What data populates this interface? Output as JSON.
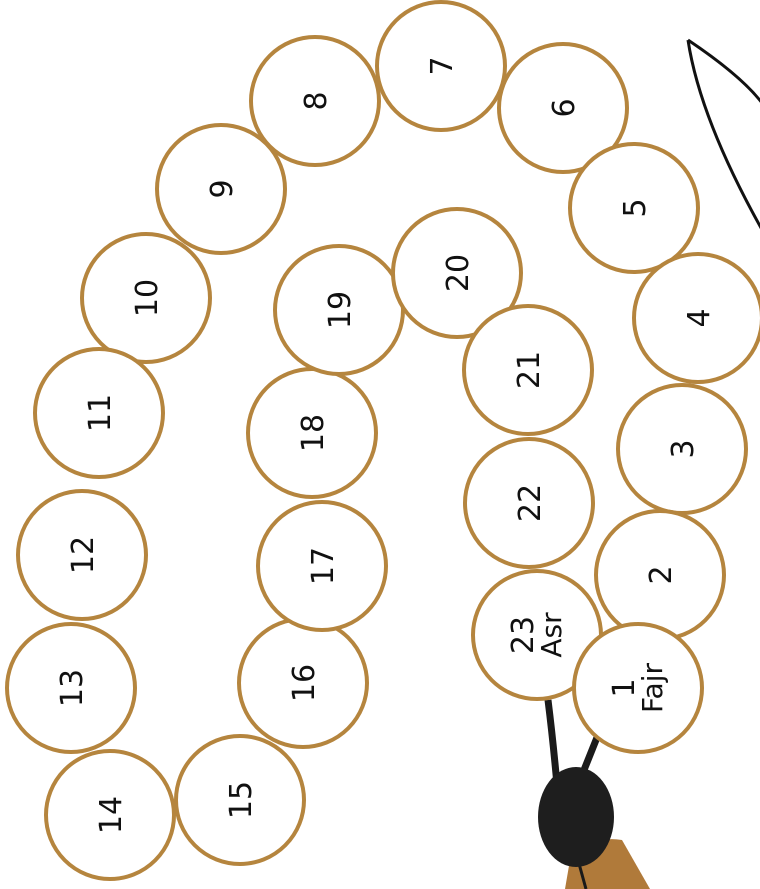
{
  "colors": {
    "bead_stroke": "#b5853e",
    "bead_fill": "#ffffff",
    "text": "#111111",
    "cord": "#1a1a1a",
    "knot": "#1e1e1e",
    "tassel": "#b07a3a",
    "outline": "#111111"
  },
  "beads": [
    {
      "id": 1,
      "number": "1",
      "label": "Fajr"
    },
    {
      "id": 2,
      "number": "2"
    },
    {
      "id": 3,
      "number": "3"
    },
    {
      "id": 4,
      "number": "4"
    },
    {
      "id": 5,
      "number": "5"
    },
    {
      "id": 6,
      "number": "6"
    },
    {
      "id": 7,
      "number": "7"
    },
    {
      "id": 8,
      "number": "8"
    },
    {
      "id": 9,
      "number": "9"
    },
    {
      "id": 10,
      "number": "10"
    },
    {
      "id": 11,
      "number": "11"
    },
    {
      "id": 12,
      "number": "12"
    },
    {
      "id": 13,
      "number": "13"
    },
    {
      "id": 14,
      "number": "14"
    },
    {
      "id": 15,
      "number": "15"
    },
    {
      "id": 16,
      "number": "16"
    },
    {
      "id": 17,
      "number": "17"
    },
    {
      "id": 18,
      "number": "18"
    },
    {
      "id": 19,
      "number": "19"
    },
    {
      "id": 20,
      "number": "20"
    },
    {
      "id": 21,
      "number": "21"
    },
    {
      "id": 22,
      "number": "22"
    },
    {
      "id": 23,
      "number": "23",
      "label": "Asr"
    }
  ]
}
